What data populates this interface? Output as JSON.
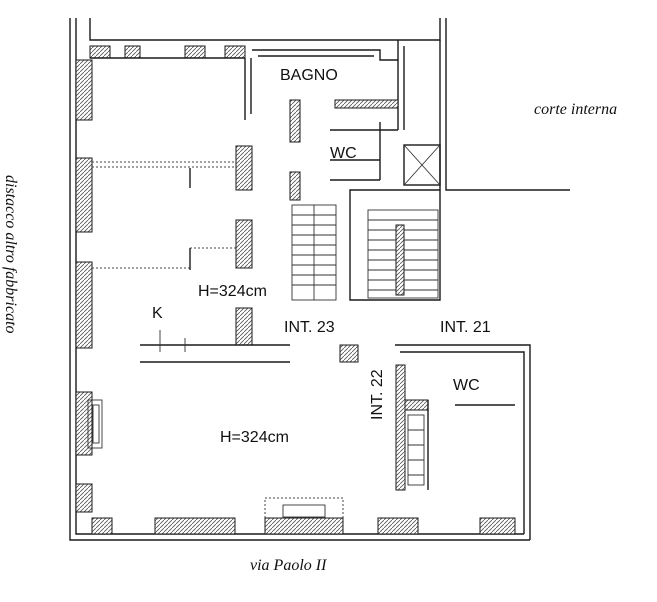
{
  "labels": {
    "bagno": "BAGNO",
    "wc_top": "WC",
    "wc_right": "WC",
    "h_upper": "H=324cm",
    "h_lower": "H=324cm",
    "k": "K",
    "int23": "INT. 23",
    "int21": "INT. 21",
    "int22": "INT. 22"
  },
  "annotations": {
    "courtyard": "corte interna",
    "street": "via Paolo II",
    "neighbor": "distacco altro fabbricato"
  }
}
